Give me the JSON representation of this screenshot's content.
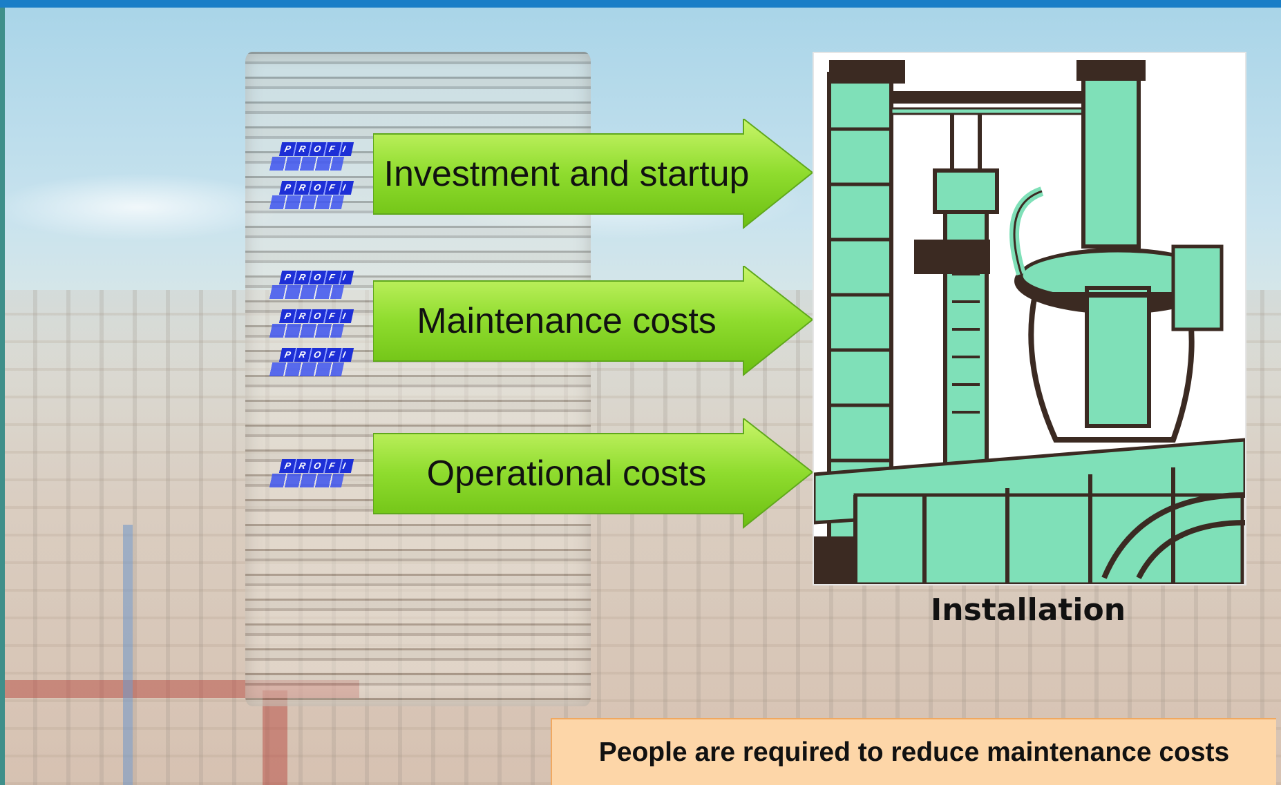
{
  "arrows": [
    {
      "label": "Investment and startup",
      "logos": 2
    },
    {
      "label": "Maintenance costs",
      "logos": 3
    },
    {
      "label": "Operational costs",
      "logos": 1
    }
  ],
  "logo_text": "PROFI",
  "installation": {
    "caption": "Installation"
  },
  "note": {
    "text": "People are required to reduce maintenance costs"
  },
  "colors": {
    "top_bar": "#1a7ec7",
    "arrow_fill": "#8fdc2e",
    "note_fill": "#fdd6a8",
    "plant_green": "#7fe0b8",
    "plant_dark": "#3b2a22"
  }
}
